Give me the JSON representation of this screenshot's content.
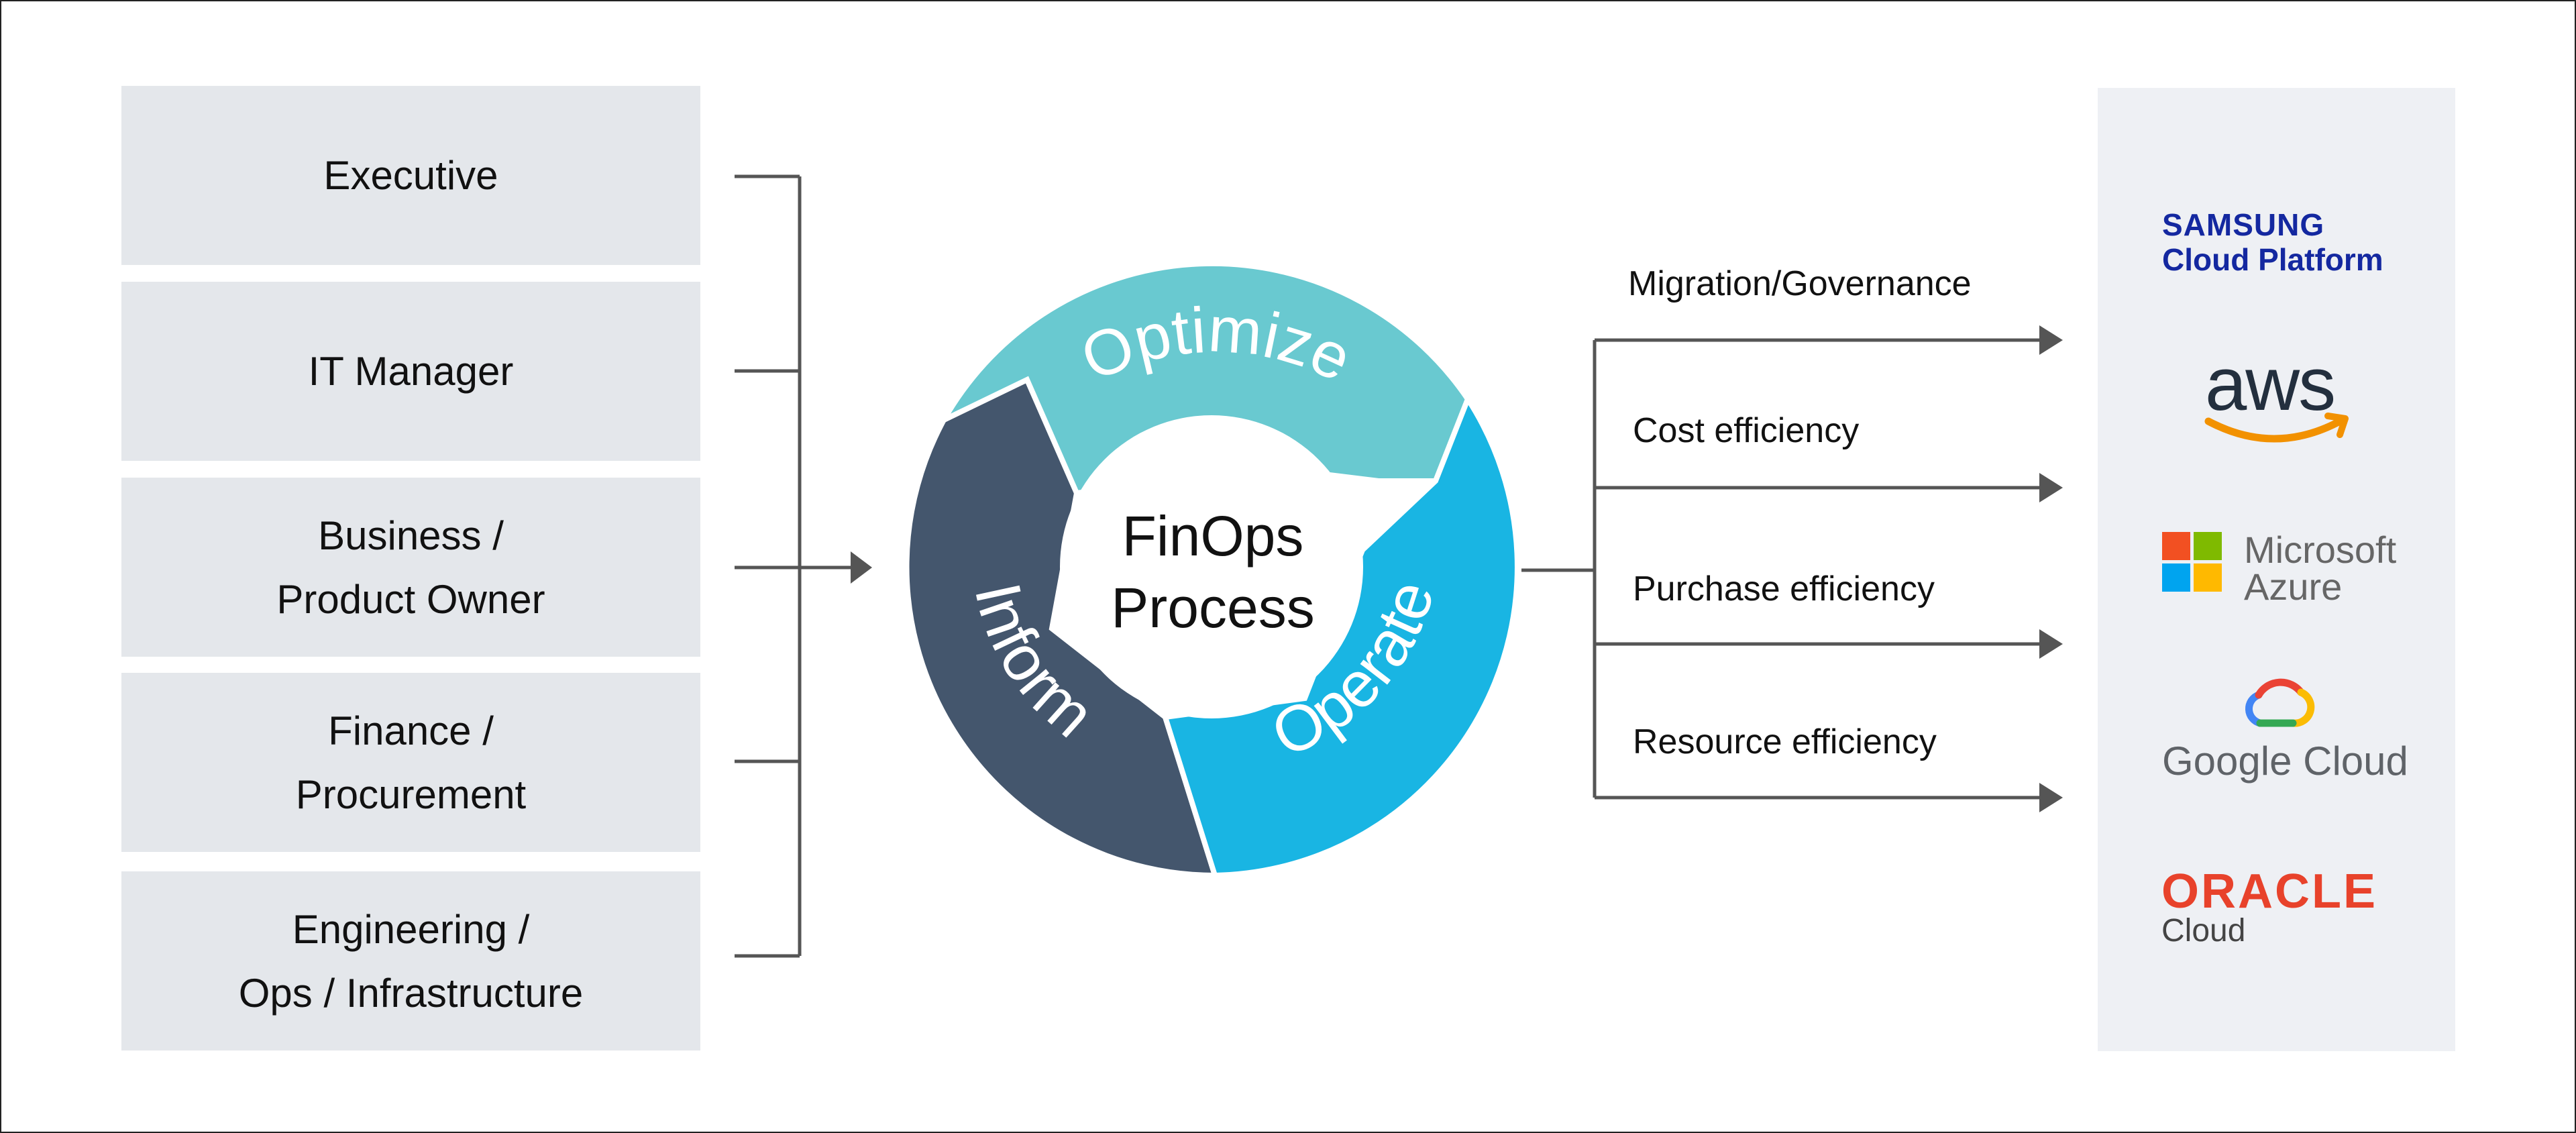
{
  "roles": [
    "Executive",
    "IT Manager",
    "Business / Product Owner",
    "Finance / Procurement",
    "Engineering / Ops / Infrastructure"
  ],
  "role_lines": [
    [
      "Executive"
    ],
    [
      "IT Manager"
    ],
    [
      "Business /",
      "Product Owner"
    ],
    [
      "Finance /",
      "Procurement"
    ],
    [
      "Engineering /",
      "Ops / Infrastructure"
    ]
  ],
  "cycle": {
    "center": [
      "FinOps",
      "Process"
    ],
    "phases": {
      "optimize": "Optimize",
      "operate": "Operate",
      "inform": "Inform"
    },
    "colors": {
      "optimize": "#69c9d0",
      "operate": "#19b5e3",
      "inform": "#44566d"
    }
  },
  "efficiencies": [
    "Migration/Governance",
    "Cost efficiency",
    "Purchase efficiency",
    "Resource efficiency"
  ],
  "clouds": {
    "samsung": [
      "SAMSUNG",
      "Cloud Platform"
    ],
    "aws": "aws",
    "microsoft": [
      "Microsoft",
      "Azure"
    ],
    "google": "Google Cloud",
    "oracle": [
      "ORACLE",
      "Cloud"
    ]
  }
}
